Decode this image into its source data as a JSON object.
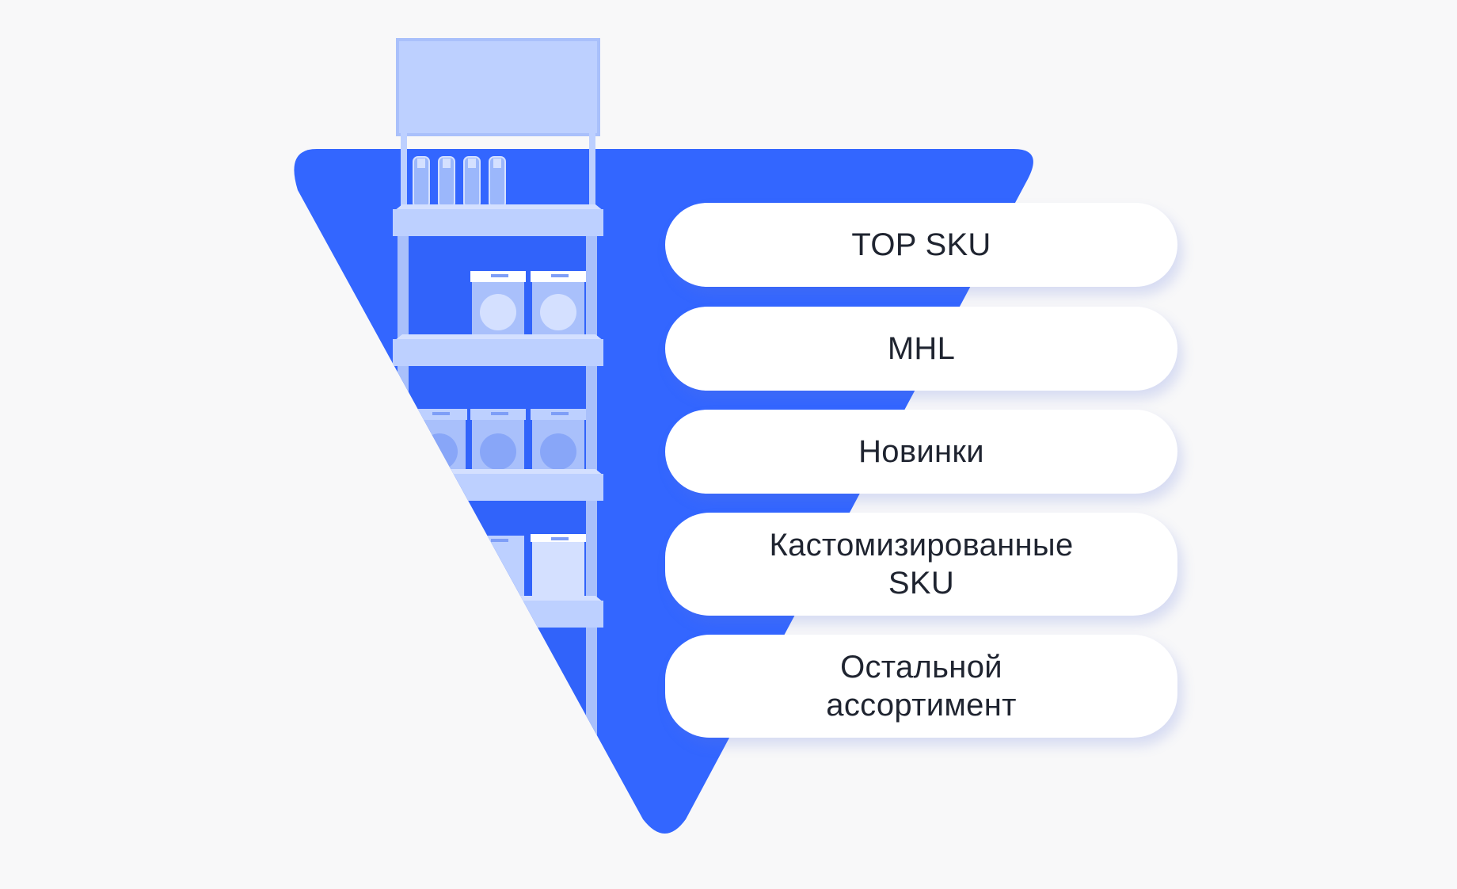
{
  "colors": {
    "background": "#f8f8f9",
    "funnel": "#3366ff",
    "shelf_light": "#bdd0ff",
    "shelf_mid": "#a9c0fb",
    "pill_background": "#ffffff",
    "text": "#1f2430"
  },
  "illustration": {
    "shelf_icon": "store-shelf-icon",
    "shelf_rows": 4
  },
  "levels": [
    {
      "label": "TOP SKU"
    },
    {
      "label": "MHL"
    },
    {
      "label": "Новинки"
    },
    {
      "label": "Кастомизированные SKU"
    },
    {
      "label": "Остальной ассортимент"
    }
  ]
}
